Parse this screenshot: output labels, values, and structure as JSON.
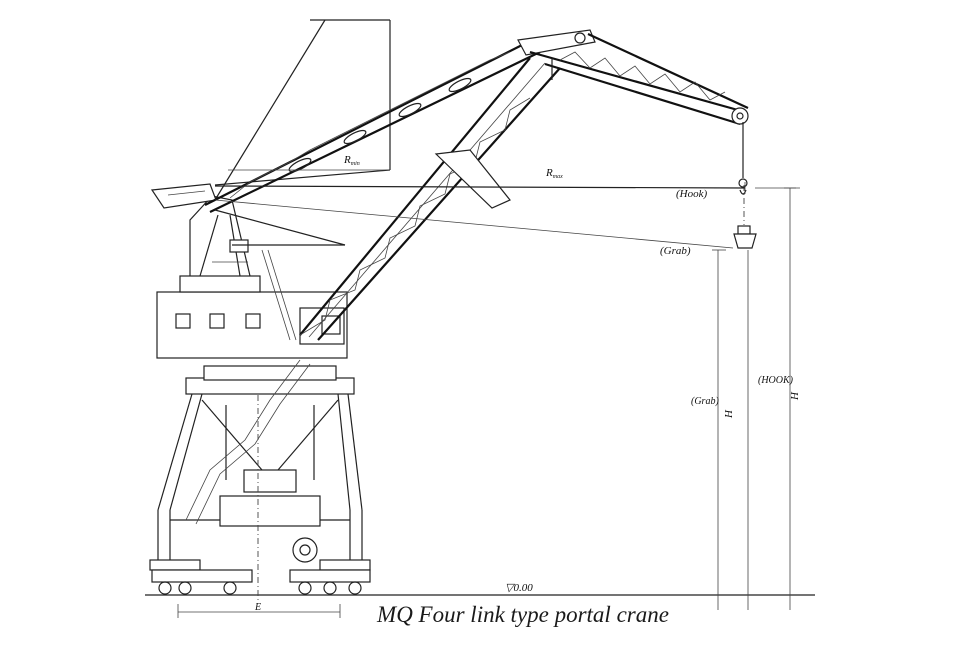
{
  "caption": "MQ Four link type portal crane",
  "labels": {
    "r_min": "R",
    "r_min_sub": "min",
    "r_max": "R",
    "r_max_sub": "max",
    "hook_label": "(Hook)",
    "grab_label": "(Grab)",
    "hook_height_label": "(HOOK)",
    "grab_height_label": "(Grab)",
    "h_symbol": "H",
    "ground_level": "▽0.00",
    "base_dim": "E"
  }
}
